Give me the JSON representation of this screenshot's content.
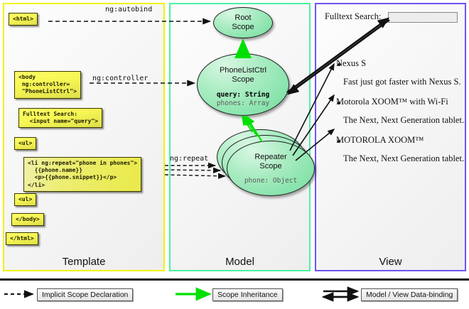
{
  "panels": {
    "template": {
      "label": "Template",
      "border_color": "#f2f20d"
    },
    "model": {
      "label": "Model",
      "border_color": "#4ef0a4"
    },
    "view": {
      "label": "View",
      "border_color": "#6b55f0"
    }
  },
  "template_boxes": [
    {
      "id": "html",
      "code": "<html>"
    },
    {
      "id": "body",
      "code": "<body\n ng:controller=\n \"PhoneListCtrl\">"
    },
    {
      "id": "search",
      "code": "Fulltext Search:\n  <input name=\"query\">"
    },
    {
      "id": "ul1",
      "code": "<ul>"
    },
    {
      "id": "li",
      "code": "<li ng:repeat=\"phone in phones\">\n  {{phone.name}}\n  <p>{{phone.snippet}}</p>\n</li>"
    },
    {
      "id": "ul2",
      "code": "<ul>"
    },
    {
      "id": "bodyclose",
      "code": "</body>"
    },
    {
      "id": "htmlclose",
      "code": "</html>"
    }
  ],
  "edge_labels": {
    "autobind": "ng:autobind",
    "controller": "ng:controller",
    "repeat": "ng:repeat"
  },
  "scopes": {
    "root": {
      "title_line1": "Root",
      "title_line2": "Scope"
    },
    "phonelist": {
      "title_line1": "PhoneListCtrl",
      "title_line2": "Scope",
      "prop1": "query: String",
      "prop2": "phones: Array"
    },
    "repeater": {
      "title_line1": "Repeater",
      "title_line2": "Scope",
      "prop1": "phone: Object"
    }
  },
  "view": {
    "search_label": "Fulltext Search:",
    "search_value": "",
    "search_placeholder": "",
    "items": [
      {
        "name": "Nexus S",
        "snippet": "Fast just got faster with Nexus S."
      },
      {
        "name": "Motorola XOOM™  with Wi-Fi",
        "snippet": "The Next, Next Generation tablet."
      },
      {
        "name": "MOTOROLA XOOM™",
        "snippet": "The Next, Next Generation tablet."
      }
    ]
  },
  "legend": [
    {
      "id": "implicit-scope-declaration",
      "label": "Implicit Scope Declaration",
      "style": "dashed-black"
    },
    {
      "id": "scope-inheritance",
      "label": "Scope Inheritance",
      "style": "solid-green"
    },
    {
      "id": "model-view-data-binding",
      "label": "Model / View Data-binding",
      "style": "double-black"
    }
  ],
  "colors": {
    "template_border": "#f2f20d",
    "model_border": "#4ef0a4",
    "view_border": "#6b55f0",
    "scope_green": "#72dd9c",
    "code_yellow": "#f6f655",
    "inheritance_green": "#00e000"
  }
}
